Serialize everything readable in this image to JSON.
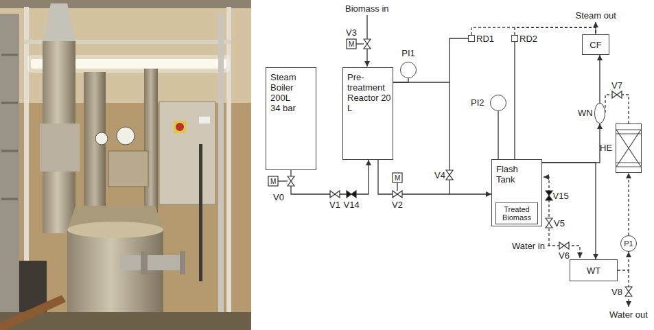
{
  "diagram": {
    "nodes": [
      {
        "text": [
          "Steam Boiler 200L 34 bar"
        ]
      },
      {
        "text": [
          "Pre-treatment Reactor 20 L"
        ]
      },
      {
        "text": [
          "PI1"
        ]
      },
      {
        "text": [
          "RD1"
        ]
      },
      {
        "text": [
          "RD2"
        ]
      },
      {
        "text": [
          "CF"
        ]
      },
      {
        "text": [
          "PI2"
        ]
      },
      {
        "text": [
          "WN"
        ]
      },
      {
        "text": [
          "Flash Tank"
        ]
      },
      {
        "text": [
          "Treated Biomass"
        ],
        "in": 8
      },
      {
        "text": [
          "HE"
        ]
      },
      {
        "text": [
          "P1"
        ]
      },
      {
        "text": [
          "WT"
        ]
      }
    ],
    "edges": [
      {
        "from": 0,
        "to": 1,
        "arrow": "to"
      },
      {
        "from": 1,
        "to": 8,
        "arrow": "to"
      },
      {
        "from": 1,
        "to": 2,
        "arrow": "none"
      },
      {
        "from": 1,
        "to": 3,
        "arrow": "none"
      },
      {
        "from": 8,
        "to": 4,
        "arrow": "none"
      },
      {
        "from": 8,
        "to": 6,
        "arrow": "none"
      },
      {
        "from": 3,
        "to": 5,
        "arrow": "none"
      },
      {
        "from": 4,
        "to": 5,
        "arrow": "none"
      },
      {
        "from": 8,
        "to": 7,
        "arrow": "to"
      },
      {
        "from": 7,
        "to": 5,
        "arrow": "to"
      },
      {
        "from": 8,
        "to": 12,
        "arrow": "to"
      },
      {
        "from": 12,
        "to": 11,
        "arrow": "to"
      },
      {
        "from": 11,
        "to": 10,
        "arrow": "to"
      },
      {
        "from": 10,
        "to": 7,
        "arrow": "to"
      }
    ],
    "labels": [
      "Biomass in",
      "V3",
      "M",
      "Steam out",
      "V0",
      "M",
      "V1",
      "V14",
      "V2",
      "M",
      "V4",
      "V15",
      "V5",
      "Water in",
      "V6",
      "V7",
      "V8",
      "Water out"
    ]
  }
}
